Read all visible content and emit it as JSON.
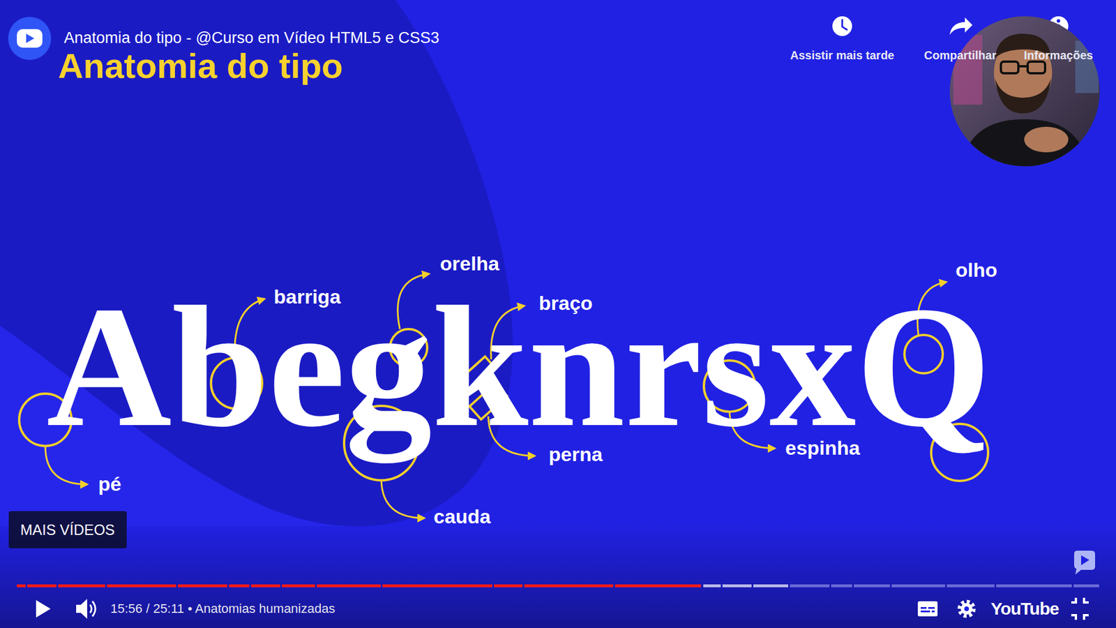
{
  "diagram": {
    "title": "Anatomia do tipo",
    "nodes": [
      {
        "text": [
          "MAIS VÍDEOS"
        ]
      }
    ],
    "labels": [
      "Anatomia do tipo - @Curso em Vídeo HTML5 e CSS3",
      "Assistir mais tarde",
      "Compartilhar",
      "Informações",
      "AbegknrsxQ",
      "barriga",
      "orelha",
      "braço",
      "olho",
      "pé",
      "cauda",
      "perna",
      "espinha",
      "15:56 / 25:11 • Anatomias humanizadas",
      "YouTube"
    ]
  }
}
